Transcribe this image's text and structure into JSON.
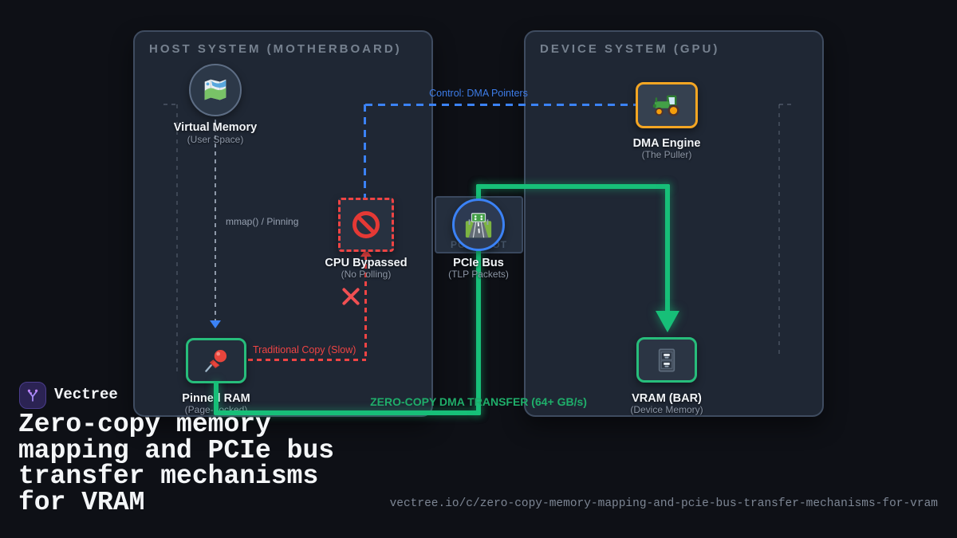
{
  "brand": {
    "name": "Vectree"
  },
  "title_lines": [
    "Zero-copy memory",
    "mapping and PCIe bus",
    "transfer mechanisms",
    "for VRAM"
  ],
  "footer": {
    "url": "vectree.io/c/zero-copy-memory-mapping-and-pcie-bus-transfer-mechanisms-for-vram"
  },
  "panels": {
    "host": {
      "title": "HOST SYSTEM (MOTHERBOARD)"
    },
    "device": {
      "title": "DEVICE SYSTEM (GPU)"
    }
  },
  "nodes": {
    "virtual_memory": {
      "label": "Virtual Memory",
      "sublabel": "(User Space)",
      "icon": "map-icon"
    },
    "pinned_ram": {
      "label": "Pinned RAM",
      "sublabel": "(Page-Locked)",
      "icon": "pushpin-icon"
    },
    "cpu_bypassed": {
      "label": "CPU Bypassed",
      "sublabel": "(No Polling)",
      "icon": "no-entry-icon"
    },
    "pcie_bus": {
      "label": "PCIe Bus",
      "sublabel": "(TLP Packets)",
      "icon": "motorway-icon",
      "slot_label": "PCIe SLOT"
    },
    "dma_engine": {
      "label": "DMA Engine",
      "sublabel": "(The Puller)",
      "icon": "tractor-icon"
    },
    "vram": {
      "label": "VRAM (BAR)",
      "sublabel": "(Device Memory)",
      "icon": "cabinet-icon"
    }
  },
  "edges": {
    "control": {
      "label": "Control: DMA Pointers",
      "color": "#3b82f6"
    },
    "mmap": {
      "label": "mmap() / Pinning",
      "color": "#96a0b0"
    },
    "traditional": {
      "label": "Traditional Copy (Slow)",
      "color": "#ef4444"
    },
    "zero_copy": {
      "label": "ZERO-COPY DMA TRANSFER (64+ GB/s)",
      "color": "#17bf78"
    }
  },
  "colors": {
    "background": "#0e1016",
    "panel_fill": "#1f2734",
    "panel_border": "#3f4c60",
    "green": "#17bf78",
    "blue": "#3b82f6",
    "red": "#ef4444",
    "orange": "#f5a623",
    "purple": "#a78bfa"
  }
}
